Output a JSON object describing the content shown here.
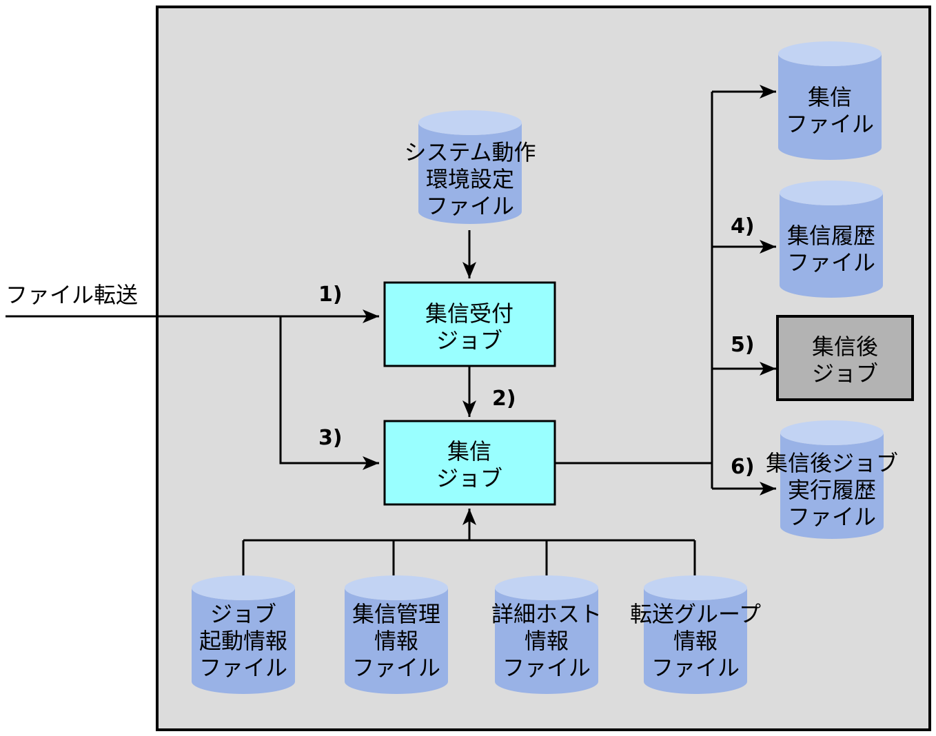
{
  "colors": {
    "system_bg": "#dcdcdc",
    "job_box": "#99ffff",
    "post_job_box": "#b3b3b3",
    "cylinder_body": "#99b2e6",
    "cylinder_top": "#c2d3f3"
  },
  "input": {
    "label": "ファイル転送"
  },
  "steps": {
    "s1": "1)",
    "s2": "2)",
    "s3": "3)",
    "s4": "4)",
    "s5": "5)",
    "s6": "6)"
  },
  "jobs": {
    "receive_job": [
      "集信受付",
      "ジョブ"
    ],
    "collect_job": [
      "集信",
      "ジョブ"
    ],
    "post_job": [
      "集信後",
      "ジョブ"
    ]
  },
  "files": {
    "env_config": [
      "システム動作",
      "環境設定",
      "ファイル"
    ],
    "collect_file": [
      "集信",
      "ファイル"
    ],
    "collect_history": [
      "集信履歴",
      "ファイル"
    ],
    "post_job_history": [
      "集信後ジョブ",
      "実行履歴",
      "ファイル"
    ],
    "job_start_info": [
      "ジョブ",
      "起動情報",
      "ファイル"
    ],
    "collect_mgmt_info": [
      "集信管理",
      "情報",
      "ファイル"
    ],
    "host_detail_info": [
      "詳細ホスト",
      "情報",
      "ファイル"
    ],
    "transfer_group_info": [
      "転送グループ",
      "情報",
      "ファイル"
    ]
  }
}
